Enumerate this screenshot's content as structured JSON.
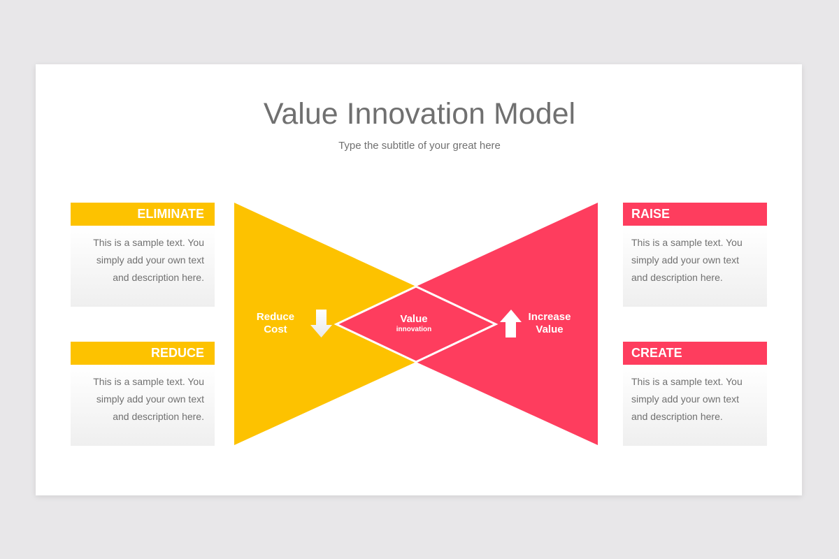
{
  "slide": {
    "title": "Value Innovation Model",
    "subtitle": "Type the subtitle of your great here"
  },
  "colors": {
    "yellow": "#fdc200",
    "pink": "#fe3d5e",
    "text_gray": "#707070",
    "background": "#e8e7e9"
  },
  "cards": {
    "eliminate": {
      "title": "ELIMINATE",
      "line1": "This is a sample text. You",
      "line2": "simply add your own text",
      "line3": "and description here."
    },
    "reduce": {
      "title": "REDUCE",
      "line1": "This is a sample text. You",
      "line2": "simply add your own text",
      "line3": "and description here."
    },
    "raise": {
      "title": "RAISE",
      "line1": "This is a sample text. You",
      "line2": "simply add your own text",
      "line3": "and description here."
    },
    "create": {
      "title": "CREATE",
      "line1": "This is a sample text. You",
      "line2": "simply add your own text",
      "line3": "and description here."
    }
  },
  "diagram": {
    "reduce_cost": {
      "line1": "Reduce",
      "line2": "Cost",
      "icon": "arrow-down-icon"
    },
    "value_innovation": {
      "line1": "Value",
      "line2": "innovation"
    },
    "increase_value": {
      "line1": "Increase",
      "line2": "Value",
      "icon": "arrow-up-icon"
    }
  }
}
